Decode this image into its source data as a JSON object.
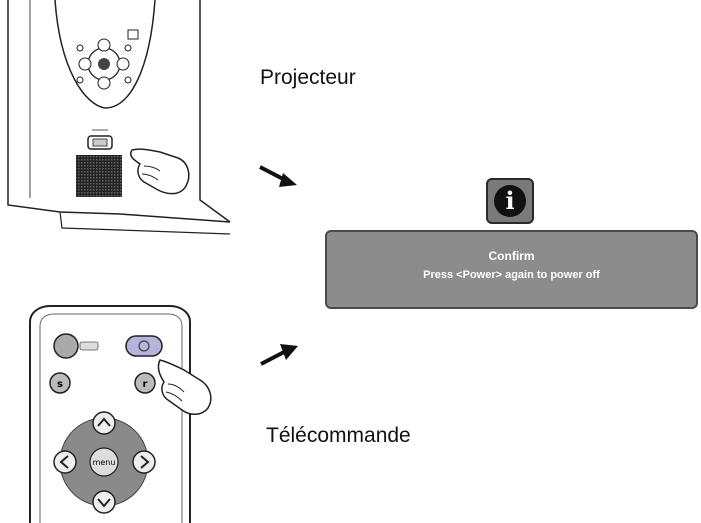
{
  "labels": {
    "projector": "Projecteur",
    "remote": "Télécommande"
  },
  "dialog": {
    "icon": "info-icon",
    "title": "Confirm",
    "message": "Press <Power> again to power off"
  },
  "remote": {
    "power_label": "",
    "side_button_label": "",
    "menu_label": "menu",
    "s_label": "s",
    "r_label": "r"
  },
  "projector": {
    "center_label": ""
  },
  "colors": {
    "dialog_bg": "#8c8c8c",
    "icon_bg": "#7a7a7a",
    "power_button": "#b7b3dc",
    "dpad": "#8a8a8a"
  }
}
